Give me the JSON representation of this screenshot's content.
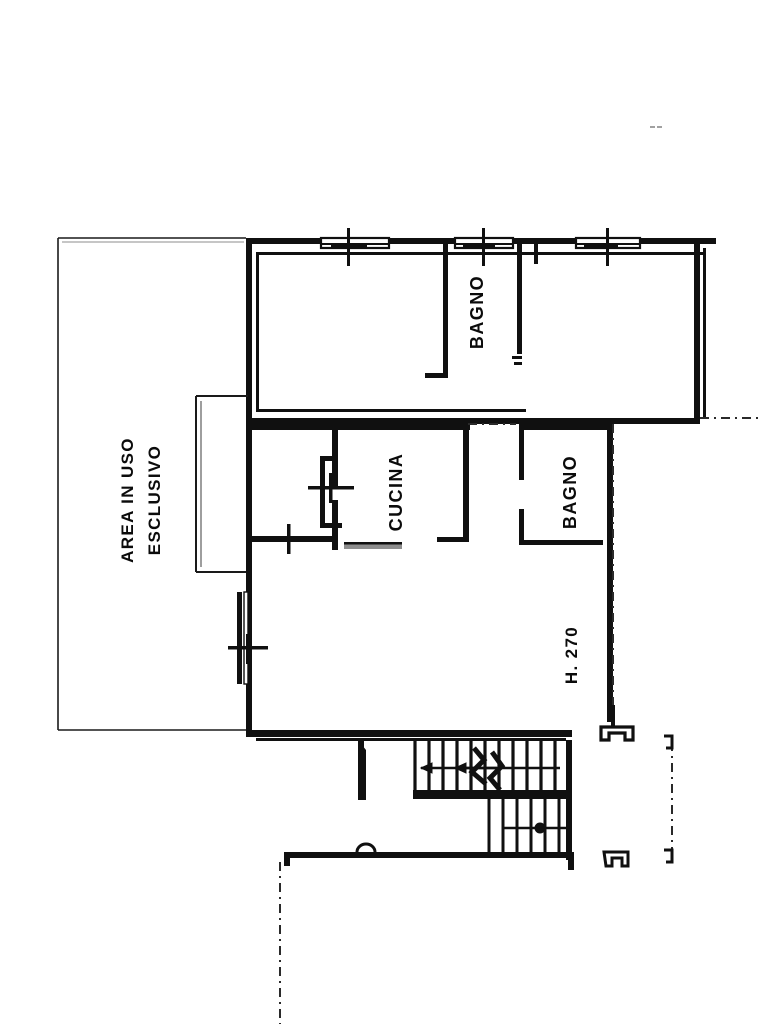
{
  "document": {
    "kind": "architectural-floor-plan",
    "language": "it",
    "title": "Planimetria"
  },
  "labels": {
    "area_line1": "AREA IN USO",
    "area_line2": "ESCLUSIVO",
    "bagno_upper": "BAGNO",
    "bagno_lower": "BAGNO",
    "cucina": "CUCINA",
    "height_note": "H. 270"
  },
  "colors": {
    "ink": "#0b0b0b",
    "paper": "#ffffff",
    "wall_fill": "#101010",
    "thin_line": "#1a1a1a",
    "gray_wall": "#8e8e8e",
    "boundary": "#2a2a2a"
  },
  "rooms": [
    {
      "name": "AREA IN USO ESCLUSIVO",
      "type": "exclusive-use-outdoor-area"
    },
    {
      "name": "BAGNO",
      "type": "bathroom",
      "position": "upper"
    },
    {
      "name": "CUCINA",
      "type": "kitchen"
    },
    {
      "name": "BAGNO",
      "type": "bathroom",
      "position": "lower"
    }
  ],
  "annotations": [
    {
      "text": "H. 270",
      "meaning": "ceiling-height-cm"
    }
  ],
  "features": {
    "windows_top_wall": 3,
    "staircase": {
      "present": true,
      "treads_upper": 11,
      "treads_lower": 6,
      "direction_arrows": 3
    },
    "door_openings": 4,
    "pier_symbols": 3,
    "property_line_style": "dash-dot"
  }
}
